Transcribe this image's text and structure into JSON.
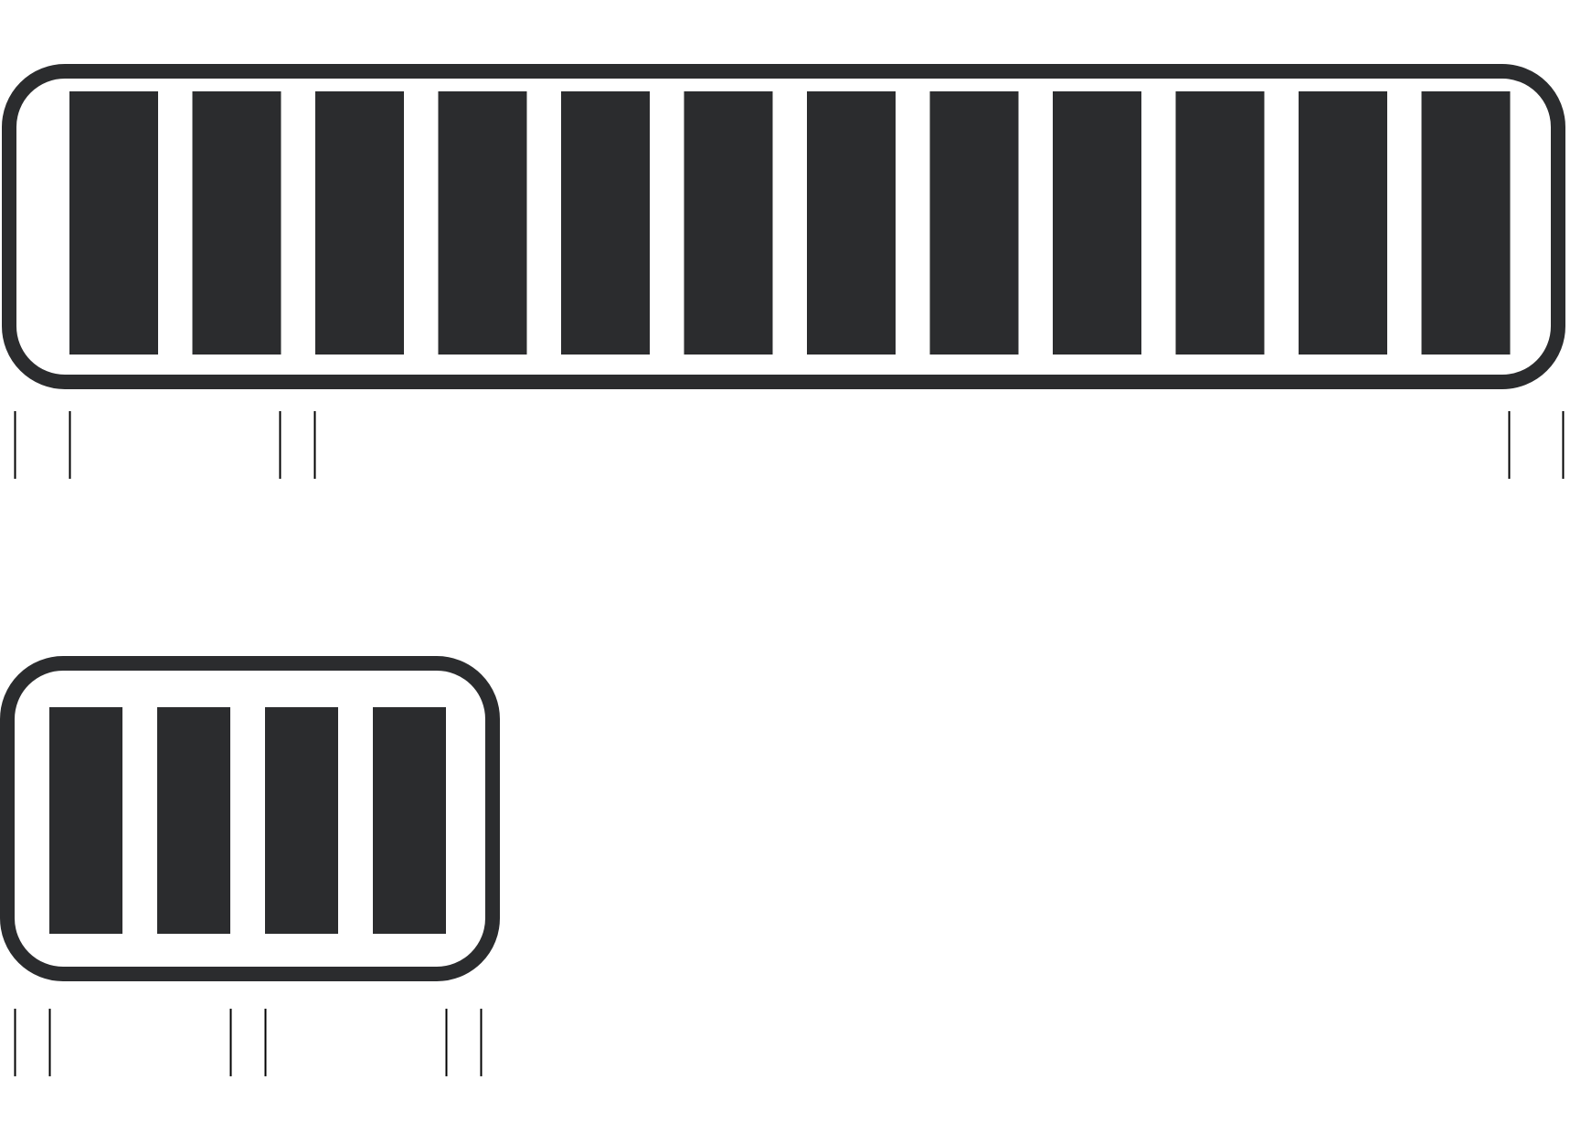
{
  "colors": {
    "fill": "#2b2c2e",
    "background": "#ffffff",
    "tick": "#000000"
  },
  "diagram": {
    "groups": [
      {
        "id": "large",
        "cell_count": 12,
        "tick_groups": [
          2,
          2,
          2
        ]
      },
      {
        "id": "small",
        "cell_count": 4,
        "tick_groups": [
          2,
          2,
          2
        ]
      }
    ]
  }
}
